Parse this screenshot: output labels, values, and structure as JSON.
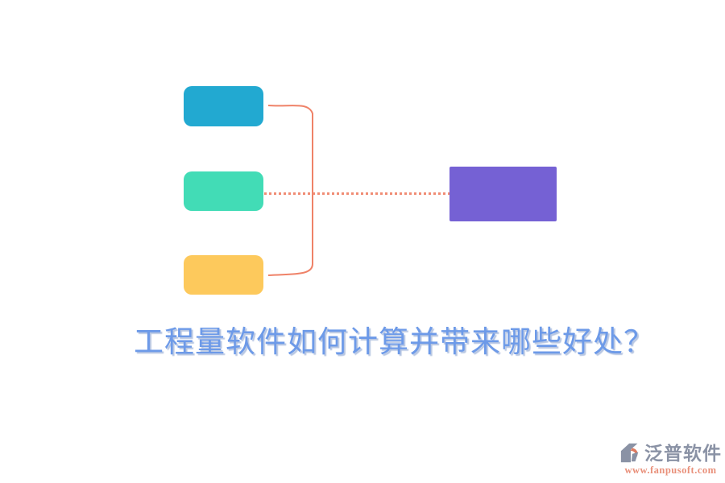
{
  "page": {
    "background_color": "#ffffff"
  },
  "diagram": {
    "source_nodes": [
      {
        "name": "top",
        "color": "#22a9d1"
      },
      {
        "name": "middle",
        "color": "#42dcb6"
      },
      {
        "name": "bottom",
        "color": "#fdc95c"
      }
    ],
    "target_node": {
      "color": "#7561d4"
    },
    "bracket_color": "#ef8268",
    "dotted_color": "#f08c74"
  },
  "title": {
    "text": "工程量软件如何计算并带来哪些好处？",
    "color": "#6d9ae8"
  },
  "watermark": {
    "brand": "泛普软件",
    "brand_color": "#8a92a5",
    "url": "www.fanpusoft.com",
    "url_color": "#e9907a",
    "icon_primary_color": "#8a92a5",
    "icon_accent_color": "#dd7a60"
  }
}
